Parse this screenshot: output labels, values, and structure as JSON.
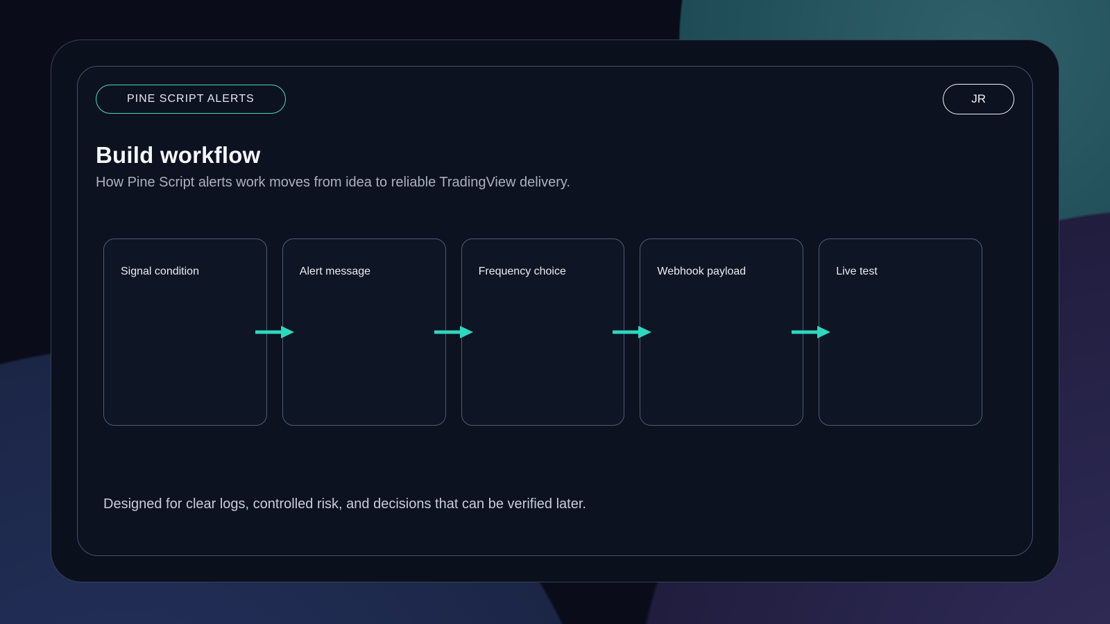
{
  "badge": {
    "label": "PINE SCRIPT ALERTS"
  },
  "avatar": {
    "initials": "JR"
  },
  "header": {
    "title": "Build workflow",
    "subtitle": "How Pine Script alerts work moves from idea to reliable TradingView delivery."
  },
  "workflow": {
    "steps": [
      {
        "label": "Signal condition"
      },
      {
        "label": "Alert message"
      },
      {
        "label": "Frequency choice"
      },
      {
        "label": "Webhook payload"
      },
      {
        "label": "Live test"
      }
    ]
  },
  "footer": {
    "note": "Designed for clear logs, controlled risk, and decisions that can be verified later."
  },
  "colors": {
    "accent_teal": "#4dd8bd",
    "arrow_teal": "#2ed8bf",
    "background_teal_blob": "#2f606a",
    "background_purple_blob": "#322e5c",
    "background_indigo_blob": "#263360"
  }
}
